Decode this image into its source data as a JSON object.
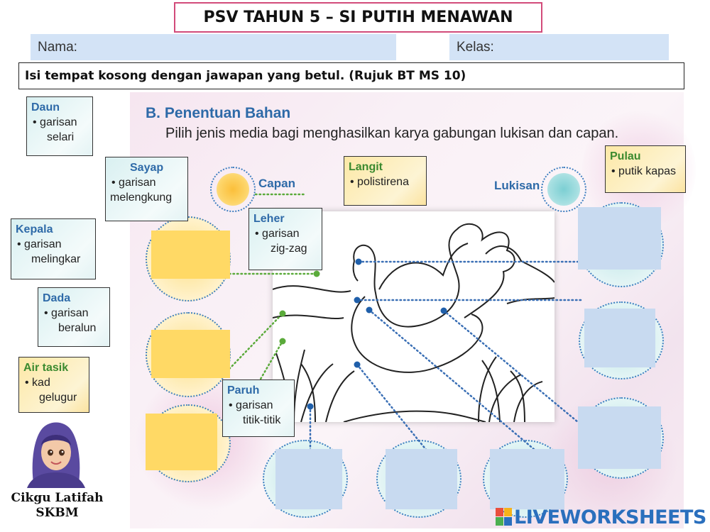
{
  "header": {
    "title": "PSV TAHUN 5 – SI PUTIH MENAWAN",
    "name_label": "Nama:",
    "class_label": "Kelas:",
    "instruction": "Isi tempat kosong dengan jawapan yang betul. (Rujuk BT MS 10)"
  },
  "worksheet": {
    "section_title": "B. Penentuan Bahan",
    "section_subtitle": "Pilih jenis media bagi menghasilkan karya gabungan lukisan dan capan.",
    "label_capan": "Capan",
    "label_lukisan": "Lukisan"
  },
  "cards": {
    "daun": {
      "title": "Daun",
      "line1": "• garisan",
      "line2": "selari"
    },
    "sayap": {
      "title": "Sayap",
      "line1": "• garisan",
      "line2": "melengkung"
    },
    "kepala": {
      "title": "Kepala",
      "line1": "• garisan",
      "line2": "melingkar"
    },
    "dada": {
      "title": "Dada",
      "line1": "• garisan",
      "line2": "beralun"
    },
    "air_tasik": {
      "title": "Air tasik",
      "line1": "• kad",
      "line2": "gelugur"
    },
    "leher": {
      "title": "Leher",
      "line1": "• garisan",
      "line2": "zig-zag"
    },
    "paruh": {
      "title": "Paruh",
      "line1": "• garisan",
      "line2": "titik-titik"
    },
    "langit": {
      "title": "Langit",
      "line1": "• polistirena"
    },
    "pulau": {
      "title": "Pulau",
      "line1": "• putik kapas"
    }
  },
  "credit": {
    "line1": "Cikgu Latifah",
    "line2": "SKBM"
  },
  "brand": {
    "text": "LIVEWORKSHEETS"
  },
  "colors": {
    "title_border": "#d24b7a",
    "field_bg": "#d3e3f6",
    "answer_yellow": "#ffd965",
    "answer_blue": "#c8daf0",
    "heading_blue": "#2e6aa8"
  }
}
